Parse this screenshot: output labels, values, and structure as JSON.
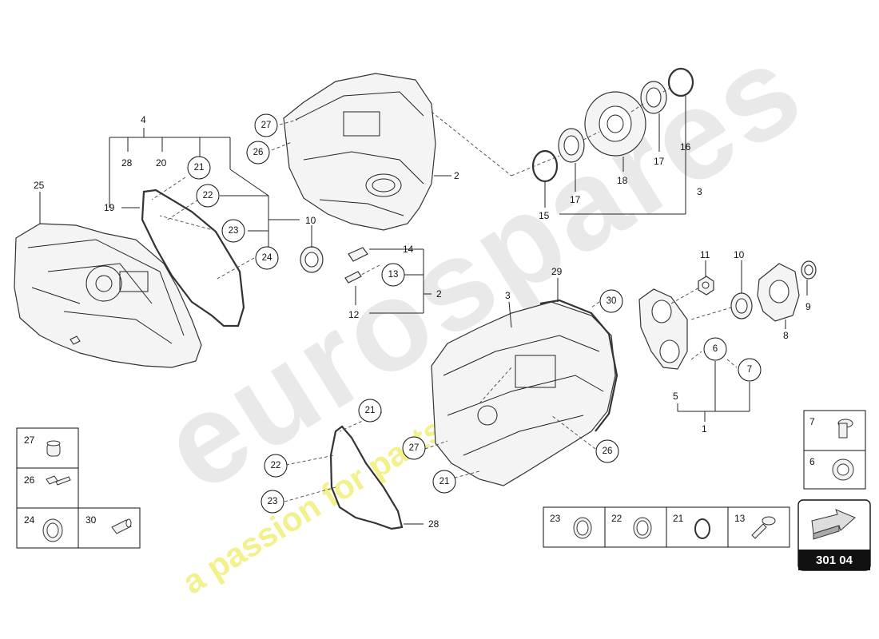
{
  "watermark": {
    "brand": "eurospares",
    "tagline": "a passion for parts since 1985",
    "brand_color": "#e6e6e6",
    "tagline_color": "#f2f08a"
  },
  "callouts": {
    "c27_top": "27",
    "c26_top": "26",
    "c21_left": "21",
    "c22_left": "22",
    "c23_left": "23",
    "c24_left": "24",
    "c13": "13",
    "c30": "30",
    "c21_mid": "21",
    "c22_bot": "22",
    "c23_bot": "23",
    "c27_mid": "27",
    "c21_bot": "21",
    "c26_bot": "26",
    "c6": "6",
    "c7": "7"
  },
  "labels": {
    "l4": "4",
    "l28a": "28",
    "l20": "20",
    "l25": "25",
    "l19": "19",
    "l10a": "10",
    "l2a": "2",
    "l14": "14",
    "l2b": "2",
    "l12": "12",
    "l15": "15",
    "l17a": "17",
    "l18": "18",
    "l17b": "17",
    "l16": "16",
    "l3a": "3",
    "l29": "29",
    "l3b": "3",
    "l11": "11",
    "l10b": "10",
    "l9": "9",
    "l8": "8",
    "l5": "5",
    "l1": "1",
    "l28b": "28"
  },
  "legend_left": [
    {
      "num": "27",
      "icon": "sleeve-icon"
    },
    {
      "num": "26",
      "icon": "bolt-icon"
    },
    {
      "num": "24",
      "icon": "seal-ring-icon"
    },
    {
      "num": "30",
      "icon": "dowel-pin-icon"
    }
  ],
  "legend_right": [
    {
      "num": "7",
      "icon": "bolt-icon"
    },
    {
      "num": "6",
      "icon": "washer-icon"
    }
  ],
  "legend_bottom": [
    {
      "num": "23",
      "icon": "seal-ring-icon"
    },
    {
      "num": "22",
      "icon": "seal-ring-icon"
    },
    {
      "num": "21",
      "icon": "o-ring-icon"
    },
    {
      "num": "13",
      "icon": "bolt-icon"
    }
  ],
  "page_ref": "301 04"
}
